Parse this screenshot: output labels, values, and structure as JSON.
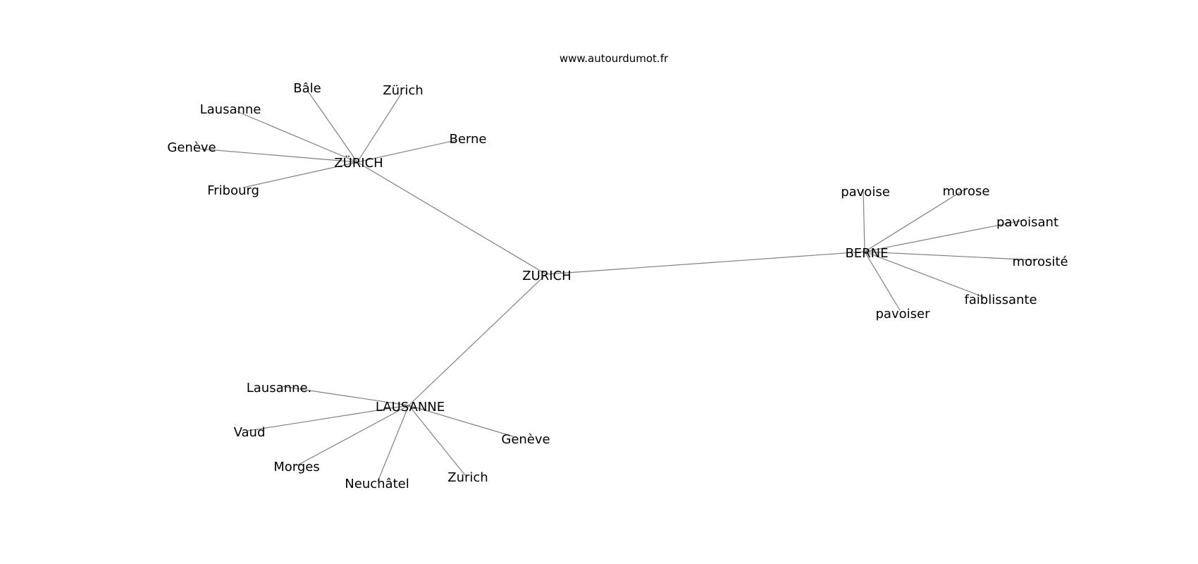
{
  "source_text": "www.autourdumot.fr",
  "center": "ZURICH",
  "clusters": [
    {
      "hub": "ZÜRICH",
      "words": [
        "Bâle",
        "Zürich",
        "Lausanne",
        "Berne",
        "Genève",
        "Fribourg"
      ]
    },
    {
      "hub": "BERNE",
      "words": [
        "pavoise",
        "morose",
        "pavoisant",
        "morosité",
        "faiblissante",
        "pavoiser"
      ]
    },
    {
      "hub": "LAUSANNE",
      "words": [
        "Lausanne.",
        "Vaud",
        "Genève",
        "Morges",
        "Neuchâtel",
        "Zurich"
      ]
    }
  ]
}
